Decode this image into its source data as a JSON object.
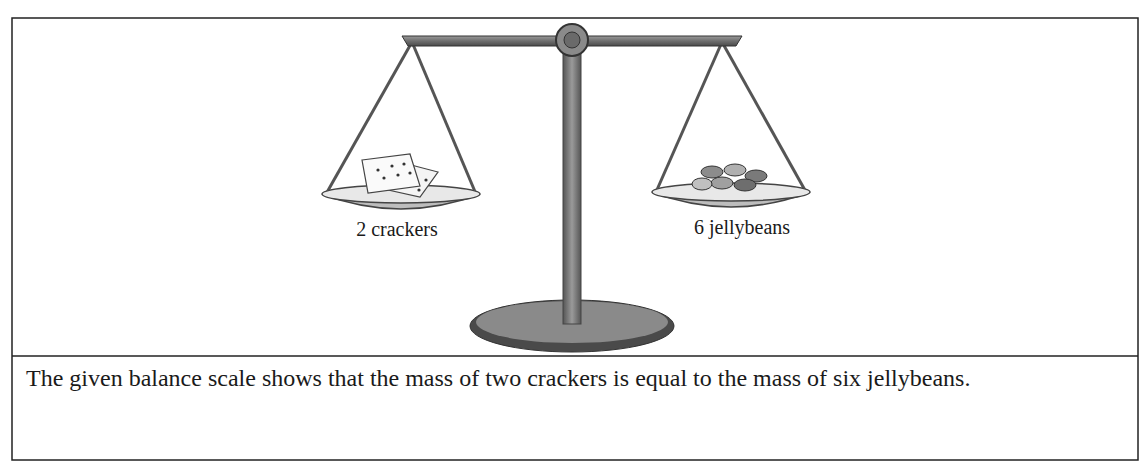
{
  "diagram": {
    "caption": "The given balance scale shows that the mass of two crackers is equal to the mass of six jellybeans.",
    "labels": [
      "2 crackers",
      "6 jellybeans"
    ]
  }
}
